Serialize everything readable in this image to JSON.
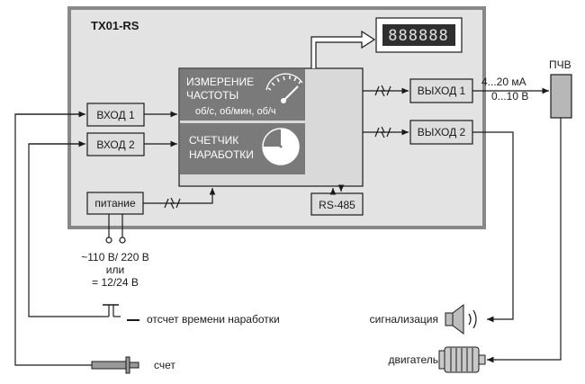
{
  "device": {
    "title": "TX01-RS",
    "display_digits": "888888"
  },
  "inputs": {
    "in1": "ВХОД 1",
    "in2": "ВХОД 2"
  },
  "power": {
    "label": "питание",
    "voltage_line1": "~110 В/ 220 В",
    "voltage_line2": "или",
    "voltage_line3": "= 12/24 В"
  },
  "core": {
    "measure_line1": "ИЗМЕРЕНИЕ",
    "measure_line2": "ЧАСТОТЫ",
    "measure_units": "об/с, об/мин, об/ч",
    "counter_line1": "СЧЕТЧИК",
    "counter_line2": "НАРАБОТКИ"
  },
  "interface": {
    "rs485": "RS-485"
  },
  "outputs": {
    "out1": "ВЫХОД 1",
    "out2": "ВЫХОД 2",
    "range_current": "4...20 мА",
    "range_voltage": "0...10 В"
  },
  "external": {
    "pchv": "ПЧВ",
    "runtime_label": "отсчет времени наработки",
    "count_label": "счет",
    "alarm_label": "сигнализация",
    "motor_label": "двигатель"
  },
  "icons": {
    "gauge": "gauge-icon",
    "clock": "clock-icon",
    "display": "seven-segment-display",
    "speaker": "speaker-icon",
    "motor": "motor-icon",
    "switch": "switch-icon",
    "sensor": "sensor-icon",
    "wireless": "wireless-link-icon"
  },
  "colors": {
    "panel": "#e3e3e3",
    "frame": "#888888",
    "dark": "#7a7a7a",
    "display": "#2f2f2f",
    "box": "#dddddd"
  }
}
